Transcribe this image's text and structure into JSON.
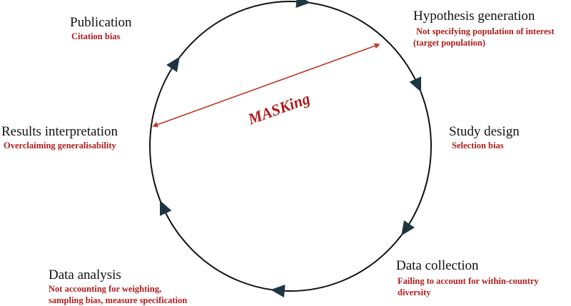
{
  "diagram": {
    "center_label": "MASKing",
    "colors": {
      "circle": "#111111",
      "arrowhead": "#1e3542",
      "bias_text": "#b01c1c",
      "masking_arrow": "#c0392b",
      "title_text": "#111111"
    },
    "stages": [
      {
        "id": "hypothesis",
        "title": "Hypothesis generation",
        "bias": [
          "Not specifying population of interest",
          "(target population)"
        ]
      },
      {
        "id": "study-design",
        "title": "Study design",
        "bias": [
          "Selection bias"
        ]
      },
      {
        "id": "data-collection",
        "title": "Data collection",
        "bias": [
          "Failing to account for within-country",
          "diversity"
        ]
      },
      {
        "id": "data-analysis",
        "title": "Data analysis",
        "bias": [
          "Not accounting for weighting,",
          "sampling bias, measure specification"
        ]
      },
      {
        "id": "results-interpretation",
        "title": "Results interpretation",
        "bias": [
          "Overclaiming generalisability"
        ]
      },
      {
        "id": "publication",
        "title": "Publication",
        "bias": [
          "Citation bias"
        ]
      }
    ]
  }
}
